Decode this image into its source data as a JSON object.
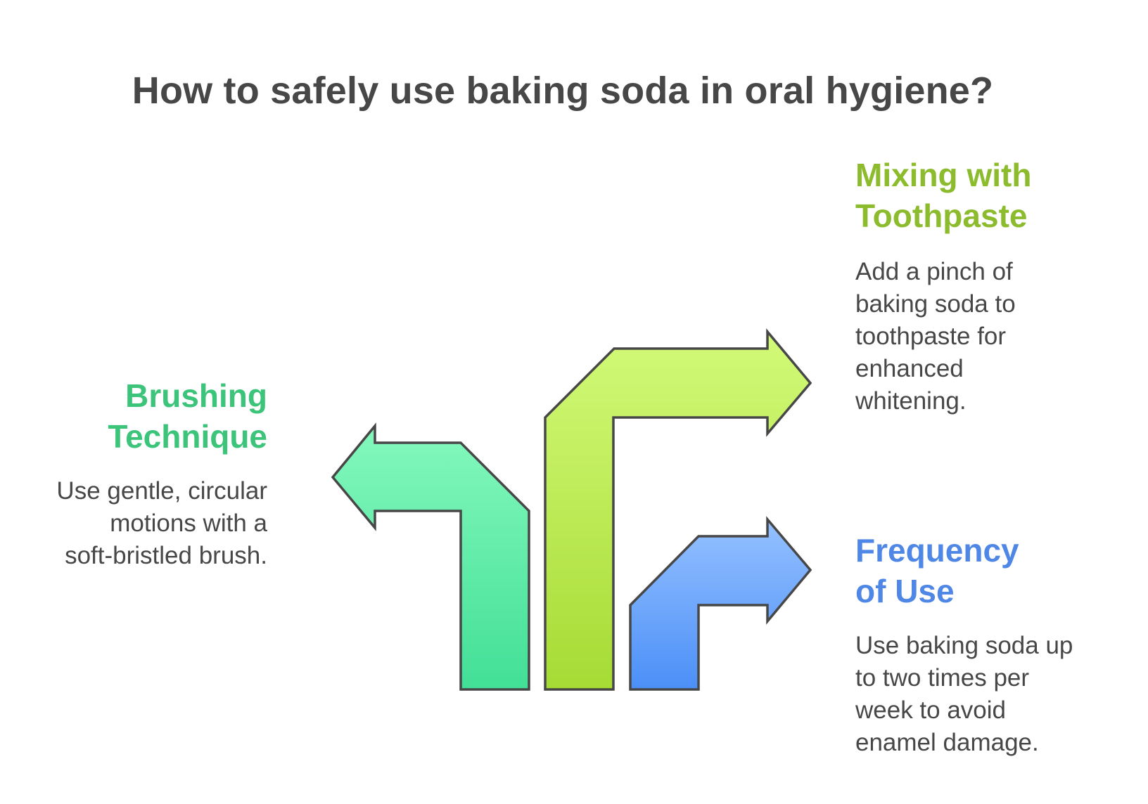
{
  "title": "How to safely use baking soda in oral hygiene?",
  "colors": {
    "text": "#474747",
    "outline": "#474747",
    "green": "#3cc47a",
    "lime": "#8cbb2e",
    "blue": "#4f87e6"
  },
  "items": [
    {
      "heading_lines": [
        "Brushing",
        "Technique"
      ],
      "description_lines": [
        "Use gentle, circular",
        "motions with a",
        "soft-bristled brush."
      ],
      "arrow_direction": "left",
      "color": "#3cc47a"
    },
    {
      "heading_lines": [
        "Mixing with",
        "Toothpaste"
      ],
      "description_lines": [
        "Add a pinch of",
        "baking soda to",
        "toothpaste for",
        "enhanced",
        "whitening."
      ],
      "arrow_direction": "right",
      "color": "#8cbb2e"
    },
    {
      "heading_lines": [
        "Frequency",
        "of Use"
      ],
      "description_lines": [
        "Use baking soda up",
        "to two times per",
        "week to avoid",
        "enamel damage."
      ],
      "arrow_direction": "right",
      "color": "#4f87e6"
    }
  ]
}
